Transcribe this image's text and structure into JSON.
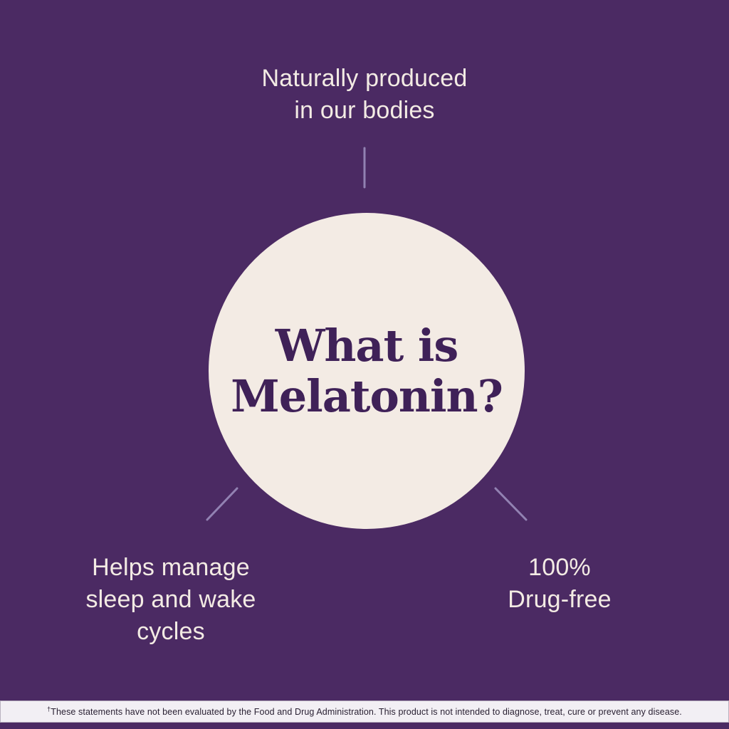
{
  "colors": {
    "background": "#4b2a63",
    "circle_fill": "#f3ebe4",
    "heading_text": "#3f2158",
    "label_text": "#f3ebe4",
    "connector_line": "#9282b2",
    "disclaimer_background": "#f2eff4",
    "disclaimer_text": "#2a2133"
  },
  "center": {
    "heading_lines": [
      "What is",
      "Melatonin?"
    ]
  },
  "labels": {
    "top": [
      "Naturally produced",
      "in our bodies"
    ],
    "bottom_left": [
      "Helps manage",
      "sleep and wake",
      "cycles"
    ],
    "bottom_right": [
      "100%",
      "Drug-free"
    ]
  },
  "disclaimer": {
    "dagger": "†",
    "text": "These statements have not been evaluated by the Food and Drug Administration. This product is not intended to diagnose, treat, cure or prevent any disease."
  }
}
